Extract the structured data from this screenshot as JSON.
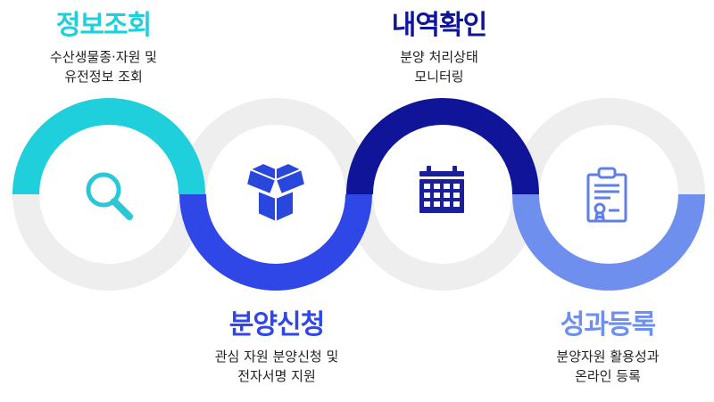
{
  "colors": {
    "track": "#eeeeee",
    "cyan": "#1fcfdc",
    "blue": "#2e47e6",
    "navy": "#101499",
    "periwinkle": "#6f8fee",
    "icon_cyan": "#29c7d7",
    "icon_blue": "#2947dc",
    "icon_navy": "#1a1f9a",
    "icon_light": "#5f7fe8"
  },
  "steps": [
    {
      "title": "정보조회",
      "desc_line1": "수산생물종·자원 및",
      "desc_line2": "유전정보 조회",
      "icon": "magnifier-icon"
    },
    {
      "title": "분양신청",
      "desc_line1": "관심 자원 분양신청 및",
      "desc_line2": "전자서명 지원",
      "icon": "open-box-icon"
    },
    {
      "title": "내역확인",
      "desc_line1": "분양 처리상태",
      "desc_line2": "모니터링",
      "icon": "calendar-icon"
    },
    {
      "title": "성과등록",
      "desc_line1": "분양자원 활용성과",
      "desc_line2": "온라인 등록",
      "icon": "certificate-icon"
    }
  ]
}
